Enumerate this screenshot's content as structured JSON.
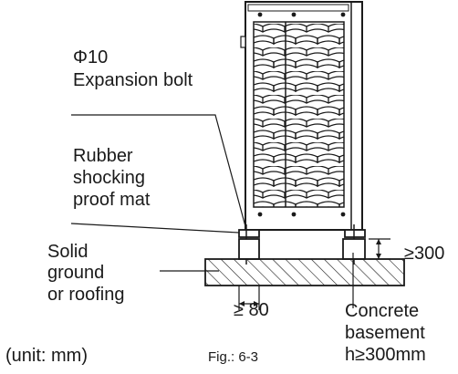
{
  "labels": {
    "bolt_size": "Φ10",
    "bolt_name": "Expansion bolt",
    "mat_line1": "Rubber",
    "mat_line2": "shocking",
    "mat_line3": "proof mat",
    "ground_line1": "Solid",
    "ground_line2": "ground",
    "ground_line3": "or roofing",
    "width_dim": "≥ 80",
    "height_dim": "≥300",
    "basement_line1": "Concrete",
    "basement_line2": "basement",
    "basement_line3": "h≥300mm",
    "unit_note": "(unit: mm)",
    "fig_caption": "Fig.: 6-3"
  },
  "colors": {
    "line": "#1a1a1a",
    "background": "#ffffff"
  }
}
